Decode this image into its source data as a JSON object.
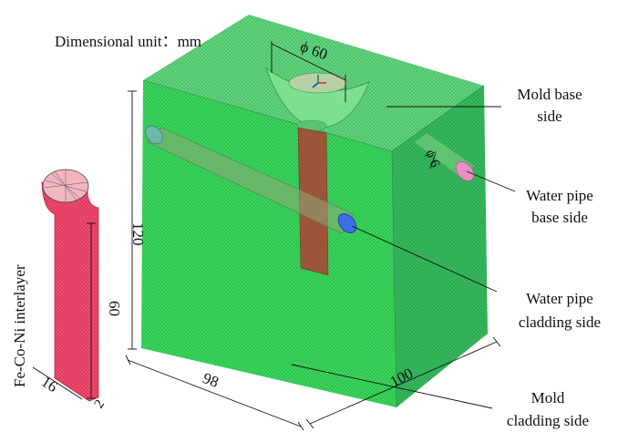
{
  "title": "Dimensional unit：mm",
  "dimensions": {
    "bowl_diameter": "ϕ 60",
    "pipe_diameter": "ϕ 6",
    "height": "120",
    "width": "98",
    "depth": "100",
    "interlayer_height": "60",
    "interlayer_width": "16",
    "interlayer_thickness": "2"
  },
  "labels": {
    "interlayer": "Fe-Co-Ni interlayer",
    "mold_base_1": "Mold base",
    "mold_base_2": "side",
    "pipe_base_1": "Water pipe",
    "pipe_base_2": "base side",
    "pipe_clad_1": "Water pipe",
    "pipe_clad_2": "cladding side",
    "mold_clad_1": "Mold",
    "mold_clad_2": "cladding side"
  },
  "colors": {
    "mold_front": "#39d65a",
    "mold_side": "#2fb85a",
    "mold_top": "#5ccf7d",
    "interlayer": "#ef4a6e",
    "pipe_blue": "#3c6fe6",
    "pipe_pink": "#e890c0",
    "core": "#9a5a3a"
  }
}
